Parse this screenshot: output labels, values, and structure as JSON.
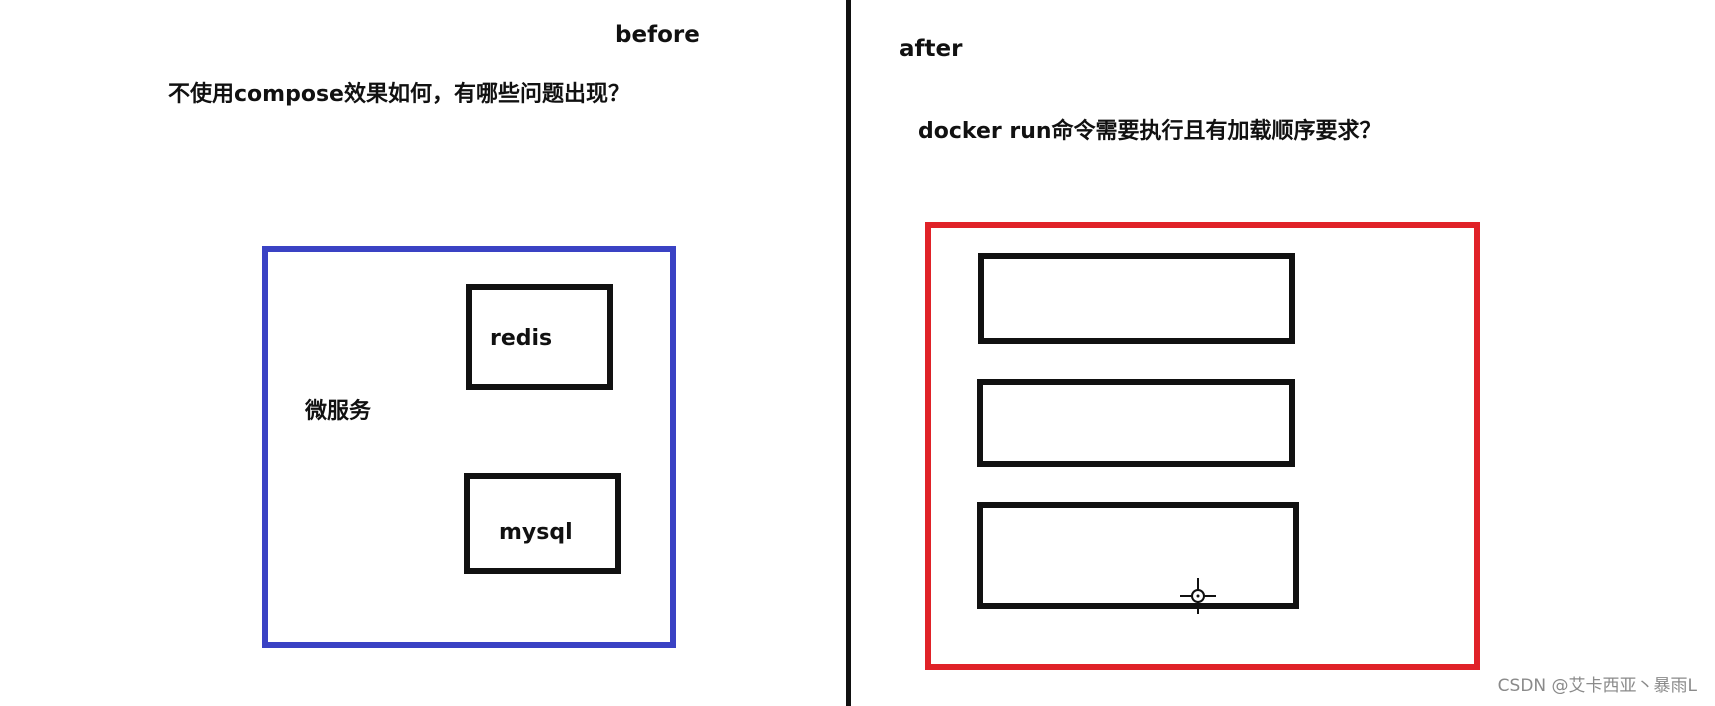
{
  "left_panel": {
    "heading": "before",
    "question": "不使用compose效果如何，有哪些问题出现？",
    "container_color": "#3a42c4",
    "service_label": "微服务",
    "components": [
      {
        "label": "redis"
      },
      {
        "label": "mysql"
      }
    ]
  },
  "right_panel": {
    "heading": "after",
    "question": "docker run命令需要执行且有加载顺序要求？",
    "container_color": "#e02228",
    "boxes": [
      {
        "label": ""
      },
      {
        "label": ""
      },
      {
        "label": ""
      }
    ]
  },
  "cursor": {
    "icon": "crosshair-cursor-icon"
  },
  "watermark": "CSDN @艾卡西亚丶暴雨L"
}
